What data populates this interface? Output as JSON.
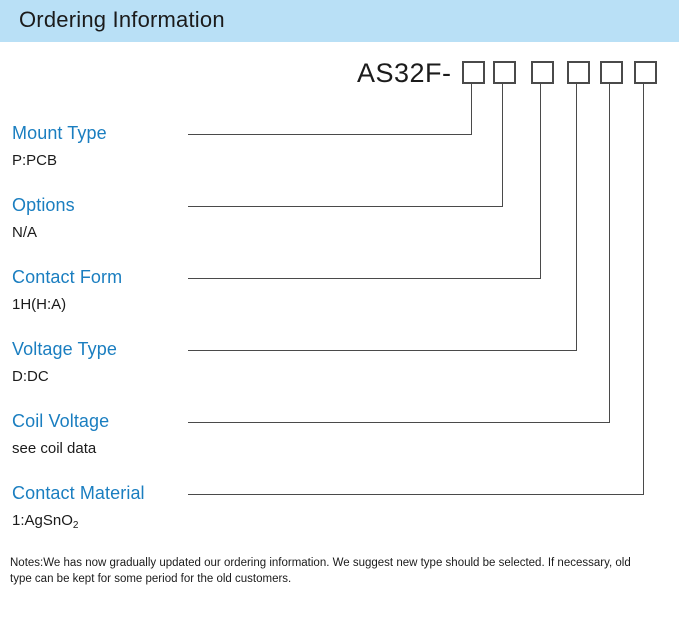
{
  "header": {
    "title": "Ordering Information",
    "band_color": "#b9e0f6"
  },
  "part_number": {
    "prefix": "AS32F-",
    "box_count": 6
  },
  "colors": {
    "heading_blue": "#1a7ec0",
    "body_black": "#1b1b1b",
    "line_gray": "#4a4a4a"
  },
  "rows": [
    {
      "title": "Mount Type",
      "value": "P:PCB"
    },
    {
      "title": "Options",
      "value": "N/A"
    },
    {
      "title": "Contact Form",
      "value": "1H(H:A)"
    },
    {
      "title": "Voltage Type",
      "value": "D:DC"
    },
    {
      "title": "Coil Voltage",
      "value": "see coil data"
    },
    {
      "title": "Contact Material",
      "value_prefix": "1:AgSnO",
      "value_sub": "2"
    }
  ],
  "notes": {
    "text": "Notes:We has now gradually updated our ordering information. We suggest new type should be selected. If necessary, old type can be kept for some period for the old customers."
  }
}
